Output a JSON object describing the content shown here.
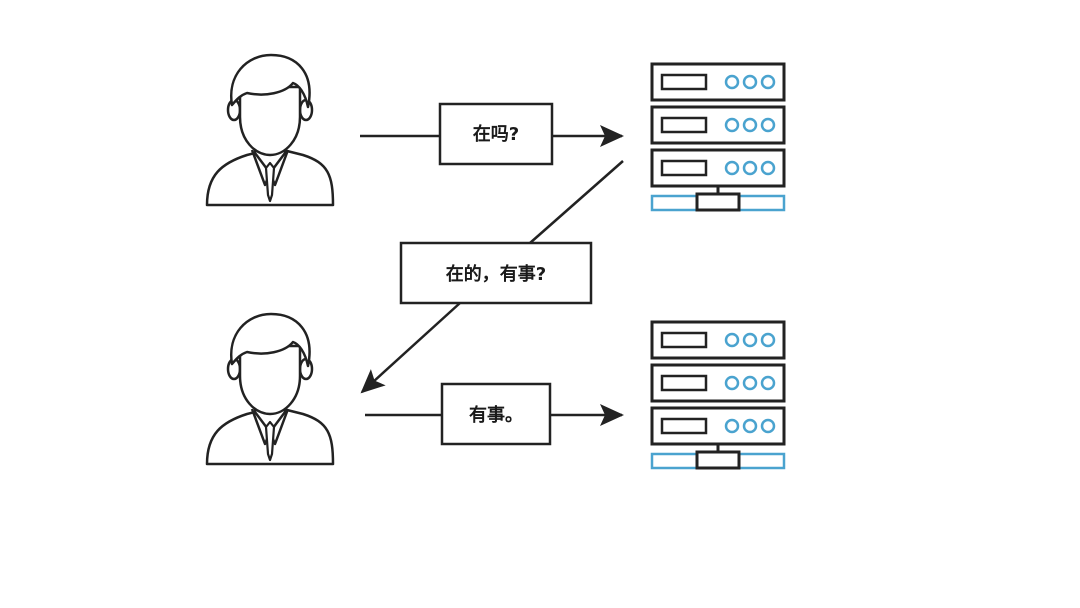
{
  "messages": {
    "request_1": "在吗?",
    "response": "在的，有事?",
    "request_2": "有事。"
  },
  "colors": {
    "stroke": "#222222",
    "accent": "#4aa3cf",
    "background": "#ffffff"
  },
  "icons": {
    "client": "user-icon",
    "server": "server-rack-icon"
  }
}
